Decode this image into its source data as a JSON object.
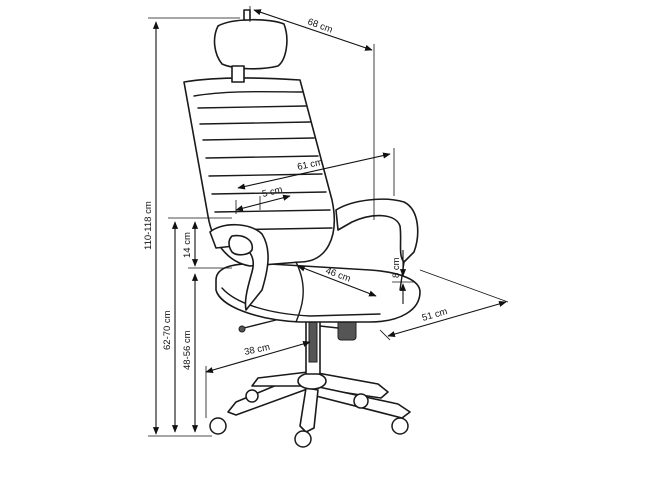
{
  "labels": {
    "depth_total": "68 cm",
    "seat_width_total": "61 cm",
    "armrest_width": "5 cm",
    "seat_depth": "46 cm",
    "armrest_thickness": "8 cm",
    "base_width": "51 cm",
    "base_radius": "38 cm",
    "overall_height": "110-118 cm",
    "armrest_height": "62-70 cm",
    "seat_height": "48-56 cm",
    "armrest_above_seat": "14 cm"
  }
}
